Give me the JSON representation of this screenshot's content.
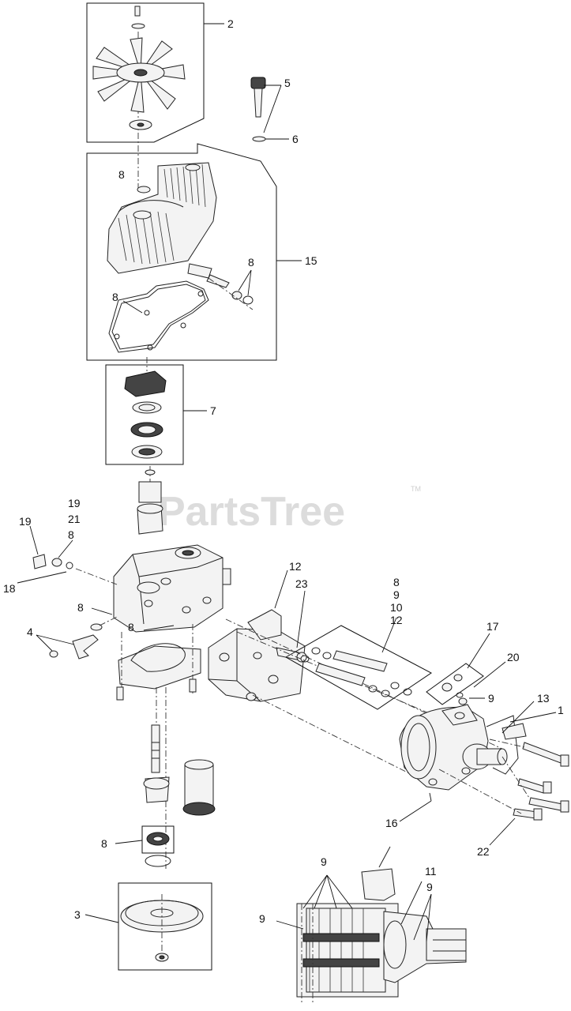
{
  "watermark": {
    "text": "PartsTree",
    "trademark": "TM"
  },
  "callouts": {
    "c2": "2",
    "c5": "5",
    "c6": "6",
    "c8a": "8",
    "c15": "15",
    "c8b": "8",
    "c8c": "8",
    "c7": "7",
    "c19a": "19",
    "c21": "21",
    "c19b": "19",
    "c8d": "8",
    "c18": "18",
    "c12a": "12",
    "c23": "23",
    "c8e": "8",
    "c9a": "9",
    "c10": "10",
    "c12b": "12",
    "c8f": "8",
    "c8g": "8",
    "c4": "4",
    "c17": "17",
    "c20": "20",
    "c9b": "9",
    "c13": "13",
    "c1": "1",
    "c16": "16",
    "c22": "22",
    "c8h": "8",
    "c3": "3",
    "c9c": "9",
    "c11": "11",
    "c9d": "9",
    "c9e": "9"
  }
}
